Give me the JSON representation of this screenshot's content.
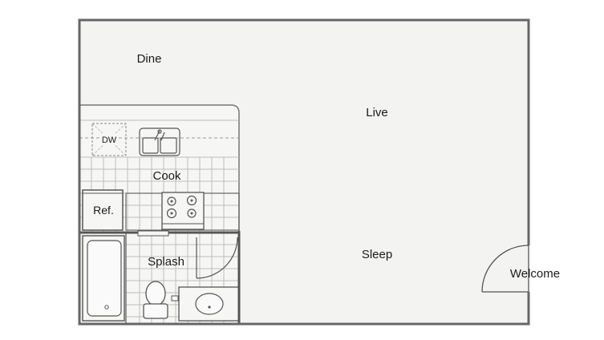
{
  "plan": {
    "rooms": {
      "dine": "Dine",
      "live": "Live",
      "sleep": "Sleep",
      "cook": "Cook",
      "splash": "Splash",
      "welcome": "Welcome"
    },
    "fixtures": {
      "dishwasher": "DW",
      "refrigerator": "Ref."
    },
    "colors": {
      "wall": "#666666",
      "floor": "#f3f4f2",
      "tile_line": "#b9b9b9",
      "fixture_stroke": "#555555"
    }
  }
}
